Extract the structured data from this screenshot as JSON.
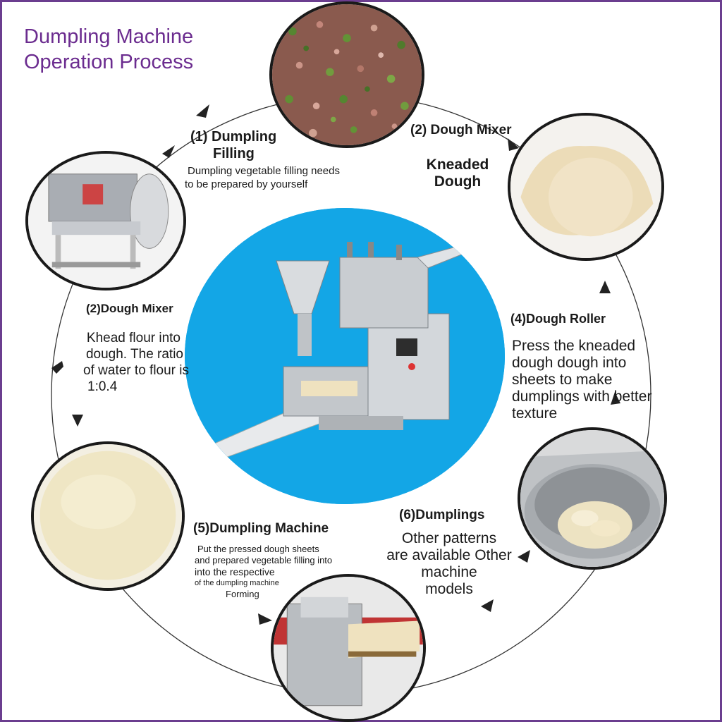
{
  "title_line1": "Dumpling Machine",
  "title_line2": "Operation Process",
  "steps": {
    "filling": {
      "label_line1": "(1) Dumpling",
      "label_line2": "Filling",
      "desc_line1": "Dumpling vegetable filling needs",
      "desc_line2": "to be prepared by yourself"
    },
    "mixer_top": {
      "label": "(2) Dough Mixer",
      "caption_line1": "Kneaded",
      "caption_line2": "Dough"
    },
    "mixer_left": {
      "label": "(2)Dough Mixer",
      "desc_line1": "Khead flour into",
      "desc_line2": "dough. The ratio",
      "desc_line3": "of water to flour is",
      "desc_line4": "1:0.4"
    },
    "roller": {
      "label": "(4)Dough Roller",
      "desc_line1": "Press the kneaded",
      "desc_line2": "dough dough into",
      "desc_line3": "sheets to make",
      "desc_line4": "dumplings with better",
      "desc_line5": "texture"
    },
    "machine": {
      "label": "(5)Dumpling Machine",
      "desc_line1": "Put the pressed dough sheets",
      "desc_line2": "and prepared vegetable filling into",
      "desc_line3": "into the respective",
      "desc_line4": "of the dumpling machine",
      "desc_line5": "Forming"
    },
    "dumplings": {
      "label": "(6)Dumplings",
      "desc_line1": "Other patterns",
      "desc_line2": "are available Other",
      "desc_line3": "machine",
      "desc_line4": "models"
    }
  },
  "colors": {
    "title": "#6b2c8f",
    "frame": "#6b3d8f",
    "center_background": "#13a6e6",
    "text": "#1a1a1a"
  },
  "icons": [
    "arrow-icon"
  ]
}
